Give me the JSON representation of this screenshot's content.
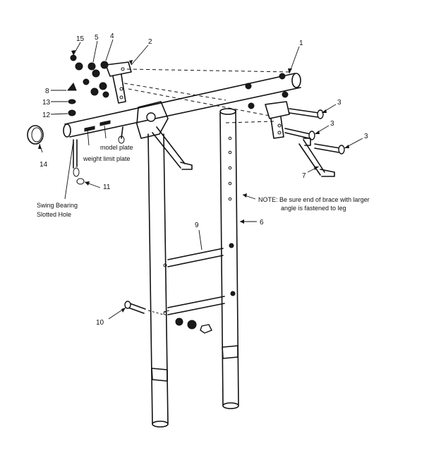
{
  "callouts": {
    "c1": "1",
    "c2": "2",
    "c3a": "3",
    "c3b": "3",
    "c3c": "3",
    "c4": "4",
    "c5": "5",
    "c6": "6",
    "c7": "7",
    "c8": "8",
    "c9": "9",
    "c10": "10",
    "c11": "11",
    "c12": "12",
    "c13": "13",
    "c14": "14",
    "c15": "15"
  },
  "labels": {
    "model_plate": "model  plate",
    "weight_limit_plate": "weight  limit  plate",
    "swing_bearing_line1": "Swing  Bearing",
    "swing_bearing_line2": "Slotted  Hole",
    "note_line1": "NOTE:  Be  sure  end  of  brace  with  larger",
    "note_line2": "angle  is  fastened  to  leg"
  }
}
